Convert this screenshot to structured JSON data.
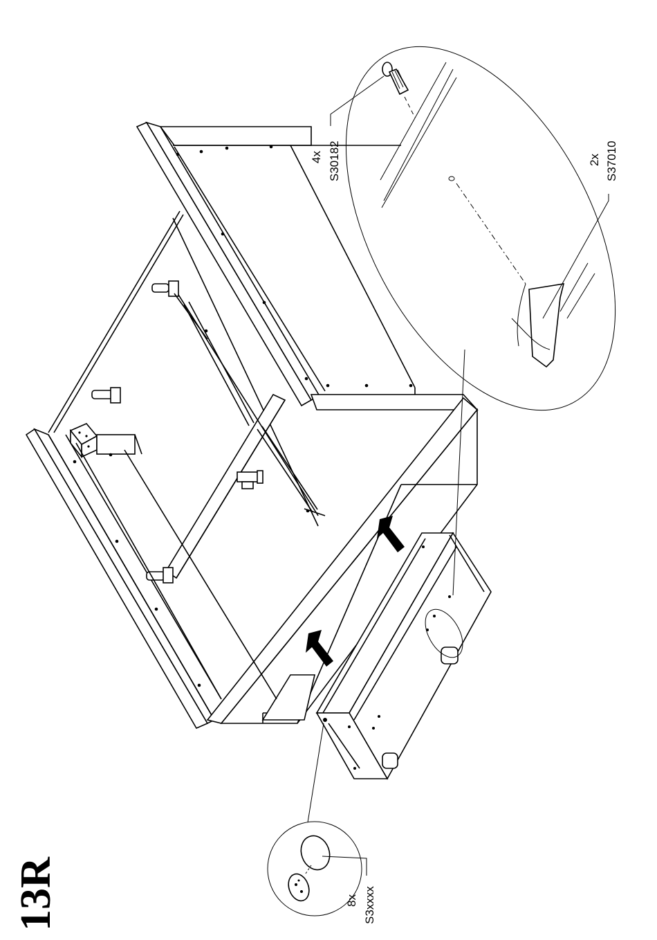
{
  "step": {
    "number": "13R"
  },
  "callouts": {
    "bolt": {
      "quantity": "4x",
      "part": "S30182"
    },
    "cap": {
      "quantity": "2x",
      "part": "S37010"
    },
    "sticker": {
      "quantity": "8x",
      "part": "S3xxxx"
    }
  },
  "icons": [
    "push-arrow-icon",
    "push-arrow-icon",
    "bolt-icon",
    "cap-icon",
    "sticker-icon"
  ]
}
